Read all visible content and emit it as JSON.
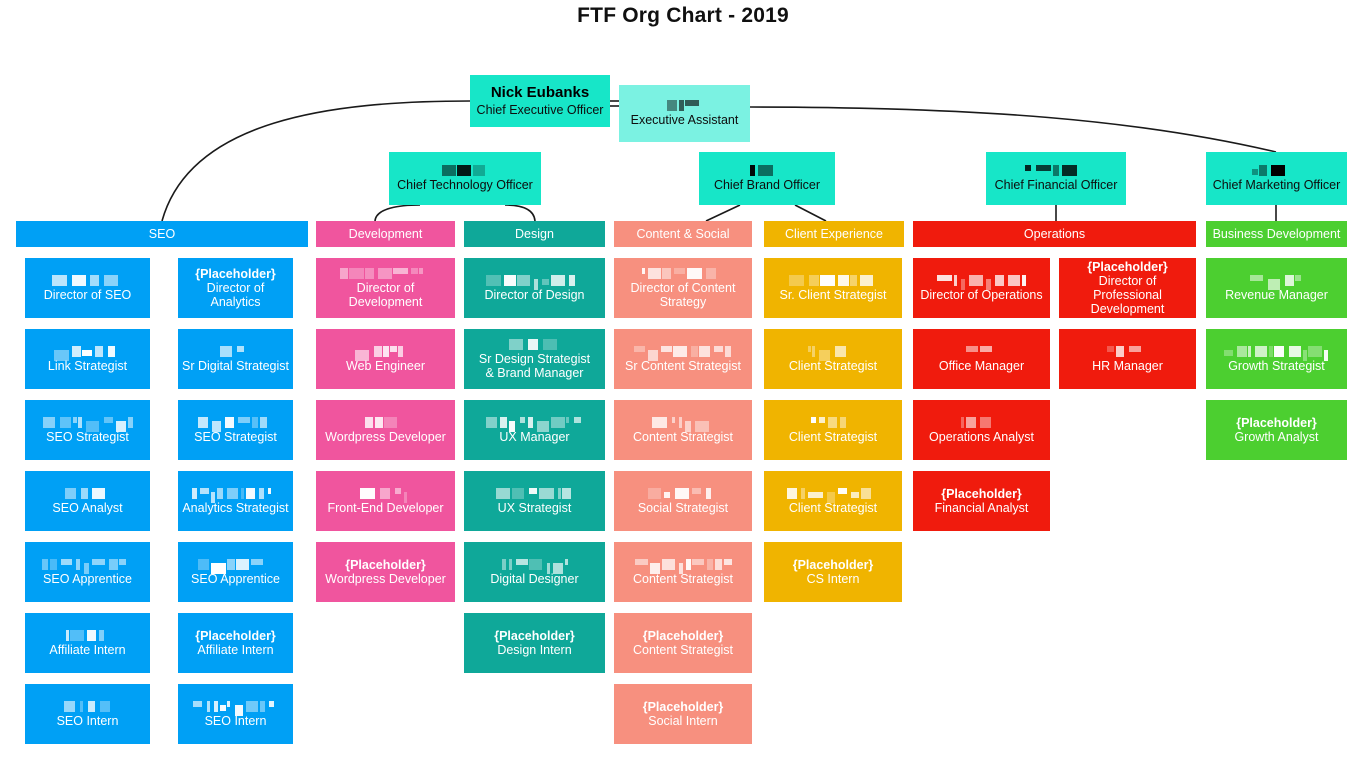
{
  "title": "FTF Org Chart - 2019",
  "colors": {
    "exec_teal": "#17E6C8",
    "exec_mint": "#7BF2E2",
    "seo_blue": "#00A0F5",
    "development_pink": "#F0559E",
    "design_teal": "#0FA899",
    "content_salmon": "#F7907F",
    "client_gold": "#F0B400",
    "operations_red": "#F01B0D",
    "bizdev_green": "#4CCF30",
    "line": "#1a1a1a",
    "text_light": "#ffffff",
    "text_dark": "#0d0d0d"
  },
  "placeholder_label": "{Placeholder}",
  "executive": {
    "ceo": {
      "name": "Nick Eubanks",
      "role": "Chief Executive Officer",
      "redacted": false
    },
    "assistant": {
      "name": "",
      "role": "Executive Assistant",
      "redacted": true
    },
    "officers": [
      {
        "name": "",
        "role": "Chief Technology Officer",
        "redacted": true
      },
      {
        "name": "",
        "role": "Chief Brand Officer",
        "redacted": true
      },
      {
        "name": "",
        "role": "Chief Financial Officer",
        "redacted": true
      },
      {
        "name": "",
        "role": "Chief Marketing Officer",
        "redacted": true
      }
    ]
  },
  "departments": [
    {
      "key": "seo",
      "label": "SEO",
      "color": "#00A0F5",
      "columns": [
        [
          {
            "name": "",
            "role": "Director of SEO",
            "redacted": true
          },
          {
            "name": "",
            "role": "Link Strategist",
            "redacted": true
          },
          {
            "name": "",
            "role": "SEO Strategist",
            "redacted": true
          },
          {
            "name": "",
            "role": "SEO Analyst",
            "redacted": true
          },
          {
            "name": "",
            "role": "SEO Apprentice",
            "redacted": true
          },
          {
            "name": "",
            "role": "Affiliate Intern",
            "redacted": true
          },
          {
            "name": "",
            "role": "SEO Intern",
            "redacted": true
          }
        ],
        [
          {
            "name": "{Placeholder}",
            "role": "Director of Analytics",
            "redacted": false,
            "placeholder": true
          },
          {
            "name": "",
            "role": "Sr Digital Strategist",
            "redacted": true
          },
          {
            "name": "",
            "role": "SEO Strategist",
            "redacted": true
          },
          {
            "name": "",
            "role": "Analytics Strategist",
            "redacted": true
          },
          {
            "name": "",
            "role": "SEO Apprentice",
            "redacted": true
          },
          {
            "name": "{Placeholder}",
            "role": "Affiliate Intern",
            "redacted": false,
            "placeholder": true
          },
          {
            "name": "",
            "role": "SEO Intern",
            "redacted": true
          }
        ]
      ]
    },
    {
      "key": "development",
      "label": "Development",
      "color": "#F0559E",
      "columns": [
        [
          {
            "name": "",
            "role": "Director of\nDevelopment",
            "redacted": true
          },
          {
            "name": "",
            "role": "Web Engineer",
            "redacted": true
          },
          {
            "name": "",
            "role": "Wordpress Developer",
            "redacted": true
          },
          {
            "name": "",
            "role": "Front-End Developer",
            "redacted": true
          },
          {
            "name": "{Placeholder}",
            "role": "Wordpress Developer",
            "redacted": false,
            "placeholder": true
          }
        ]
      ]
    },
    {
      "key": "design",
      "label": "Design",
      "color": "#0FA899",
      "columns": [
        [
          {
            "name": "",
            "role": "Director of Design",
            "redacted": true
          },
          {
            "name": "",
            "role": "Sr Design Strategist\n& Brand Manager",
            "redacted": true
          },
          {
            "name": "",
            "role": "UX Manager",
            "redacted": true
          },
          {
            "name": "",
            "role": "UX Strategist",
            "redacted": true
          },
          {
            "name": "",
            "role": "Digital Designer",
            "redacted": true
          },
          {
            "name": "{Placeholder}",
            "role": "Design Intern",
            "redacted": false,
            "placeholder": true
          }
        ]
      ]
    },
    {
      "key": "content-social",
      "label": "Content & Social",
      "color": "#F7907F",
      "columns": [
        [
          {
            "name": "",
            "role": "Director of Content\nStrategy",
            "redacted": true
          },
          {
            "name": "",
            "role": "Sr Content Strategist",
            "redacted": true
          },
          {
            "name": "",
            "role": "Content Strategist",
            "redacted": true
          },
          {
            "name": "",
            "role": "Social Strategist",
            "redacted": true
          },
          {
            "name": "",
            "role": "Content Strategist",
            "redacted": true
          },
          {
            "name": "{Placeholder}",
            "role": "Content Strategist",
            "redacted": false,
            "placeholder": true
          },
          {
            "name": "{Placeholder}",
            "role": "Social Intern",
            "redacted": false,
            "placeholder": true
          }
        ]
      ]
    },
    {
      "key": "client-experience",
      "label": "Client Experience",
      "color": "#F0B400",
      "columns": [
        [
          {
            "name": "",
            "role": "Sr. Client Strategist",
            "redacted": true
          },
          {
            "name": "",
            "role": "Client Strategist",
            "redacted": true
          },
          {
            "name": "",
            "role": "Client Strategist",
            "redacted": true
          },
          {
            "name": "",
            "role": "Client Strategist",
            "redacted": true
          },
          {
            "name": "{Placeholder}",
            "role": "CS Intern",
            "redacted": false,
            "placeholder": true
          }
        ]
      ]
    },
    {
      "key": "operations",
      "label": "Operations",
      "color": "#F01B0D",
      "columns": [
        [
          {
            "name": "",
            "role": "Director of Operations",
            "redacted": true
          },
          {
            "name": "",
            "role": "Office Manager",
            "redacted": true
          },
          {
            "name": "",
            "role": "Operations Analyst",
            "redacted": true
          },
          {
            "name": "{Placeholder}",
            "role": "Financial Analyst",
            "redacted": false,
            "placeholder": true
          }
        ],
        [
          {
            "name": "{Placeholder}",
            "role": "Director of Professional\nDevelopment",
            "redacted": false,
            "placeholder": true
          },
          {
            "name": "",
            "role": "HR Manager",
            "redacted": true
          }
        ]
      ]
    },
    {
      "key": "business-development",
      "label": "Business Development",
      "color": "#4CCF30",
      "columns": [
        [
          {
            "name": "",
            "role": "Revenue Manager",
            "redacted": true
          },
          {
            "name": "",
            "role": "Growth Strategist",
            "redacted": true
          },
          {
            "name": "{Placeholder}",
            "role": "Growth Analyst",
            "redacted": false,
            "placeholder": true
          }
        ]
      ]
    }
  ]
}
